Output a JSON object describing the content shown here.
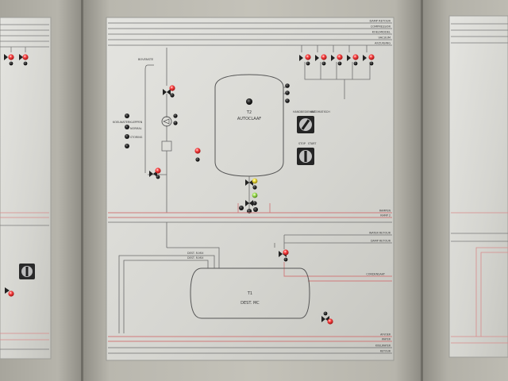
{
  "cabinet_labels": {
    "top_lines": [
      "DAMP RETOUR",
      "COMPRESSOR",
      "KOELMIDDEL",
      "VACUUM",
      "AFZUIGING"
    ],
    "tank_top_name": "T2",
    "tank_top_label": "AUTOCLAAF",
    "tank_bottom_name": "T1",
    "tank_bottom_label": "DEST. MC",
    "left_instrument": "BOVENSTE",
    "cooling_title": "KOELWATERKLEPPEN",
    "cooling_rows": [
      "NORMAL",
      "STORING"
    ],
    "switch1_labels": [
      "HANDBEDIENING",
      "AUTOMATISCH"
    ],
    "switch2_labels": [
      "STOP",
      "START"
    ],
    "mid_right_lines": [
      "RAMPEN",
      "RAMP 2"
    ],
    "right_lines": [
      "WATER RETOUR",
      "DAMP RETOUR"
    ],
    "condensaat": "CONDENSAAT",
    "dest_labels": [
      "DEST. R-MIX",
      "DEST. R-MIX"
    ],
    "bottom_lines": [
      "AFVOER",
      "WATER",
      "KOELWATER",
      "RETOUR"
    ]
  },
  "colors": {
    "panel": "#d6d6d2",
    "line": "#6a6a6a",
    "red_line": "#d07a7a",
    "lamp_red": "#ff3a3a",
    "lamp_yellow": "#f3e24a",
    "lamp_green": "#9ee35a"
  }
}
